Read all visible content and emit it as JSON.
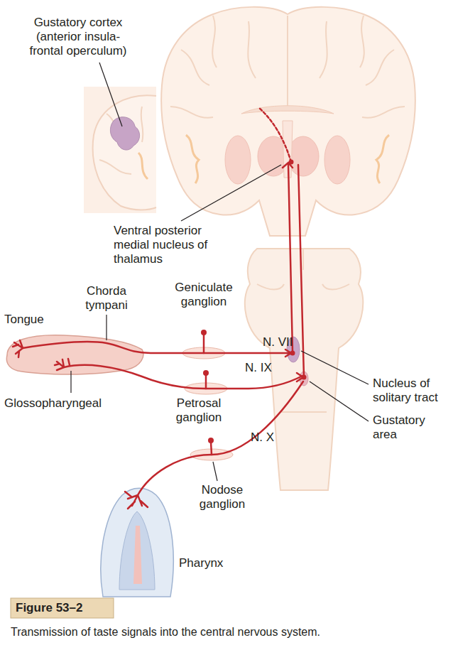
{
  "diagram": {
    "title": "Figure 53–2",
    "caption": "Transmission of taste signals into the central nervous system.",
    "labels": [
      "Gustatory cortex (anterior insula- frontal operculum)",
      "Ventral posterior medial nucleus of thalamus",
      "Chorda tympani",
      "Geniculate ganglion",
      "Tongue",
      "N. VII",
      "Nucleus of solitary tract",
      "Glossopharyngeal",
      "Petrosal ganglion",
      "N. IX",
      "Gustatory area",
      "N. X",
      "Nodose ganglion",
      "Pharynx"
    ]
  }
}
